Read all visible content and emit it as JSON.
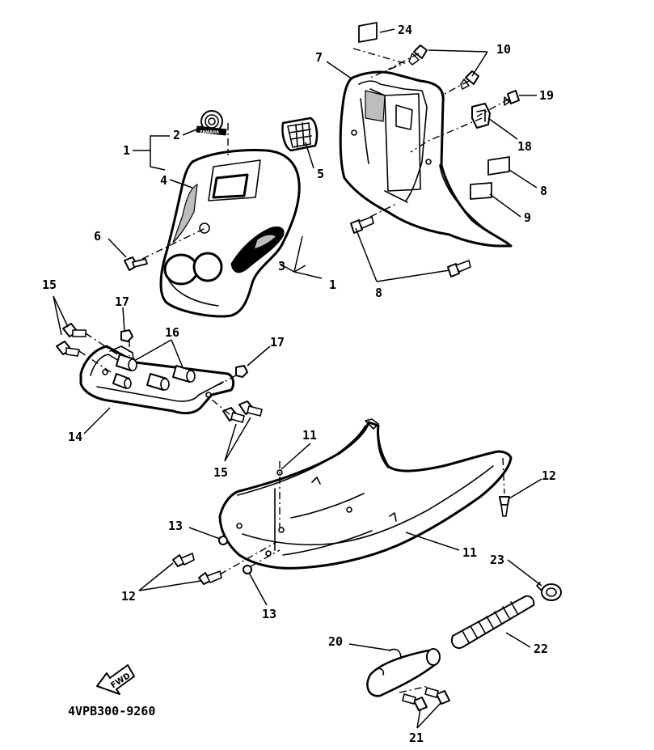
{
  "callouts": {
    "c1a": "1",
    "c1b": "1",
    "c2": "2",
    "c3": "3",
    "c4": "4",
    "c5": "5",
    "c6": "6",
    "c7": "7",
    "c8a": "8",
    "c8b": "8",
    "c9": "9",
    "c10": "10",
    "c11a": "11",
    "c11b": "11",
    "c12a": "12",
    "c12b": "12",
    "c13a": "13",
    "c13b": "13",
    "c14": "14",
    "c15a": "15",
    "c15b": "15",
    "c16": "16",
    "c17a": "17",
    "c17b": "17",
    "c18": "18",
    "c19": "19",
    "c20": "20",
    "c21": "21",
    "c22": "22",
    "c23": "23",
    "c24": "24"
  },
  "fwd_label": "FWD",
  "diagram_code": "4VPB300-9260",
  "emblem_text": "YAMAHA"
}
